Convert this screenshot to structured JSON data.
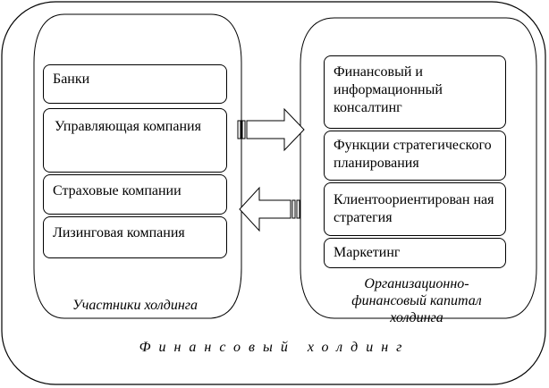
{
  "holding_title": "Финансовый холдинг",
  "left_group": {
    "caption": "Участники холдинга",
    "items": [
      "Банки",
      "Управляющая компания",
      "Страховые компании",
      "Лизинговая компания"
    ]
  },
  "right_group": {
    "caption": "Организационно-финансовый капитал холдинга",
    "items": [
      "Финансовый и информационный консалтинг",
      "Функции стратегического планирования",
      "Клиентоориентирован ная стратегия",
      "Маркетинг"
    ]
  }
}
